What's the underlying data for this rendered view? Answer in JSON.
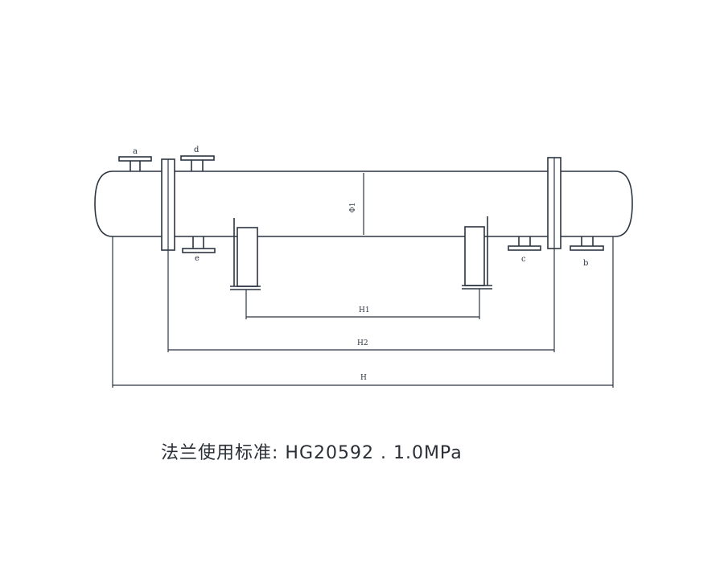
{
  "nozzles": {
    "a": "a",
    "b": "b",
    "c": "c",
    "d": "d",
    "e": "e"
  },
  "diameter_label": "Φ1",
  "dimensions": {
    "h1": "H1",
    "h2": "H2",
    "h": "H"
  },
  "caption": "法兰使用标准: HG20592 . 1.0MPa"
}
